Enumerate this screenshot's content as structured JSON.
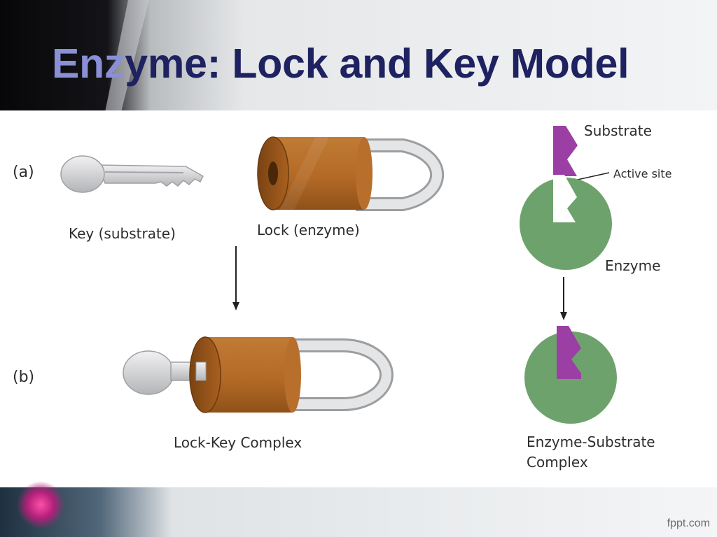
{
  "slide": {
    "title_lead": "Enz",
    "title_rest": "yme: Lock and Key Model",
    "colors": {
      "title": "#1f2260",
      "title_highlight": "#8a8fd6",
      "lock_body": "#b46a26",
      "shackle": "#d2d3d5",
      "key": "#cfd0d2",
      "substrate": "#9b3fa5",
      "enzyme": "#6ea26c"
    }
  },
  "diagram": {
    "part_a_label": "(a)",
    "part_b_label": "(b)",
    "key_label": "Key (substrate)",
    "lock_label": "Lock (enzyme)",
    "complex_label": "Lock-Key Complex",
    "substrate_label": "Substrate",
    "active_site_label": "Active site",
    "enzyme_label": "Enzyme",
    "es_complex_line1": "Enzyme-Substrate",
    "es_complex_line2": "Complex"
  },
  "footer": {
    "brand": "fppt.com"
  }
}
